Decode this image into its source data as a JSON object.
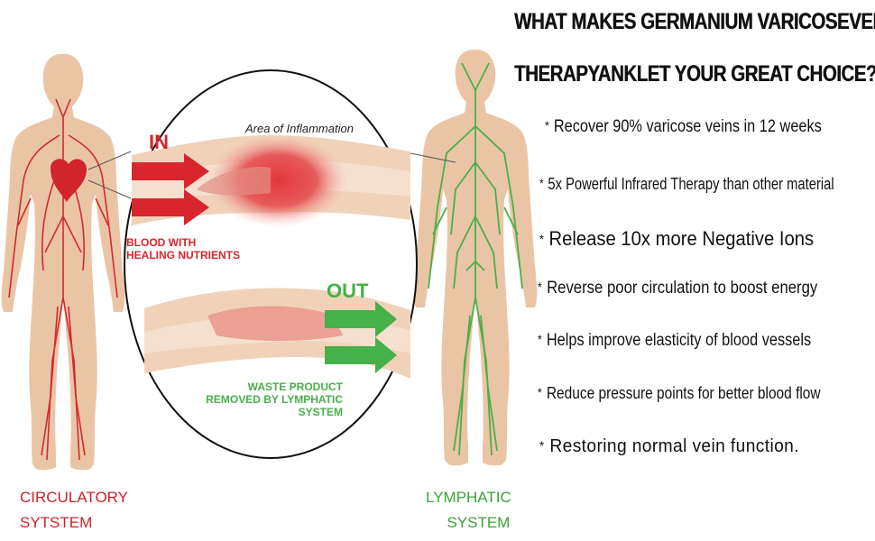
{
  "heading": {
    "line1": "WHAT MAKES GERMANIUM VARICOSEVEIN",
    "line2": "THERAPYANKLET YOUR GREAT CHOICE?"
  },
  "bullets": [
    "Recover 90% varicose veins in 12 weeks",
    "5x Powerful Infrared Therapy than other material",
    "Release 10x more Negative Ions",
    "Reverse poor circulation to boost energy",
    "Helps improve elasticity of blood vessels",
    "Reduce pressure points for better blood flow",
    "Restoring normal vein function."
  ],
  "bullet_marker": "*",
  "diagram": {
    "inflammation_label": "Area of Inflammation",
    "in_label": "IN",
    "in_caption_1": "BLOOD WITH",
    "in_caption_2": "HEALING NUTRIENTS",
    "out_label": "OUT",
    "out_caption_1": "WASTE PRODUCT",
    "out_caption_2": "REMOVED BY LYMPHATIC",
    "out_caption_3": "SYSTEM"
  },
  "circulatory": {
    "line1": "CIRCULATORY",
    "line2": "SYTSTEM"
  },
  "lymphatic": {
    "line1": "LYMPHATIC",
    "line2": "SYSTEM"
  },
  "colors": {
    "skin": "#e8c4a4",
    "red": "#d9252d",
    "green": "#46b04a",
    "text": "#111111"
  }
}
